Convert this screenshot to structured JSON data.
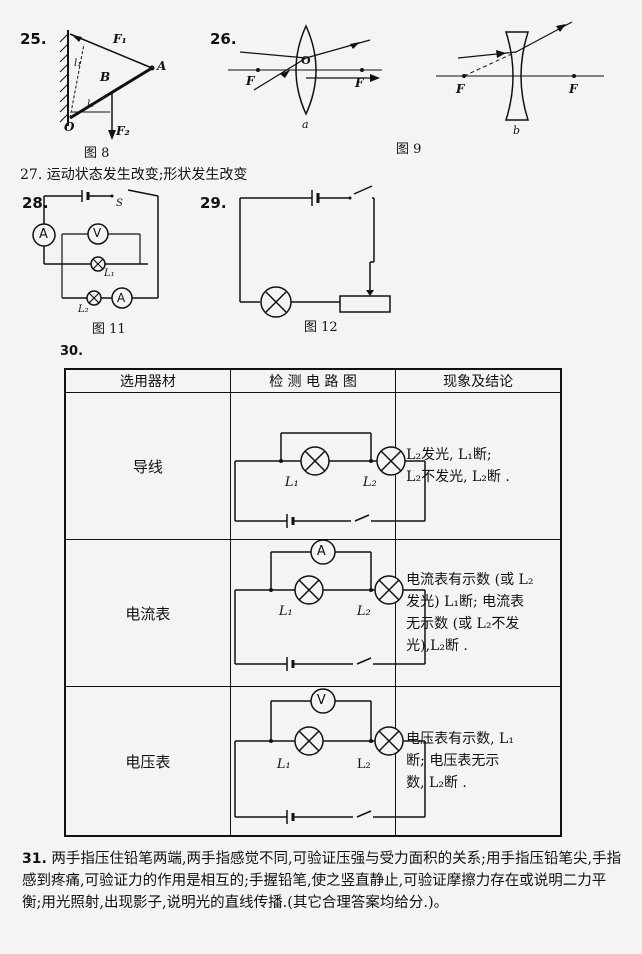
{
  "q25": {
    "number": "25.",
    "caption": "图 8",
    "labels": {
      "f1": "F₁",
      "f2": "F₂",
      "a": "A",
      "b": "B",
      "o": "O",
      "l1": "l₁",
      "l2": "l₂"
    }
  },
  "q26": {
    "number": "26.",
    "caption": "图 9",
    "labels": {
      "f_left_a": "F",
      "f_right_a": "F",
      "o": "O",
      "a": "a",
      "f_left_b": "F",
      "f_right_b": "F",
      "b": "b"
    }
  },
  "q27": {
    "text": "27. 运动状态发生改变;形状发生改变"
  },
  "q28": {
    "number": "28.",
    "caption": "图 11",
    "labels": {
      "ammeter": "A",
      "voltmeter": "V",
      "switch": "S",
      "l1": "L₁",
      "l2": "L₂"
    }
  },
  "q29": {
    "number": "29.",
    "caption": "图 12"
  },
  "q30": {
    "number": "30.",
    "headers": [
      "选用器材",
      "检 测 电 路 图",
      "现象及结论"
    ],
    "rows": [
      {
        "material": "导线",
        "meter": "",
        "l1": "L₁",
        "l2": "L₂",
        "conclusion": [
          "L₂发光, L₁断;",
          "L₂不发光, L₂断 ."
        ]
      },
      {
        "material": "电流表",
        "meter": "A",
        "l1": "L₁",
        "l2": "L₂",
        "conclusion": [
          "电流表有示数 (或 L₂",
          "发光) L₁断; 电流表",
          "无示数 (或 L₂不发",
          "光),L₂断 ."
        ]
      },
      {
        "material": "电压表",
        "meter": "V",
        "l1": "L₁",
        "l2": "L₂",
        "conclusion": [
          "电压表有示数, L₁",
          "断; 电压表无示",
          "数, L₂断 ."
        ]
      }
    ]
  },
  "q31": {
    "number": "31.",
    "text": "两手指压住铅笔两端,两手指感觉不同,可验证压强与受力面积的关系;用手指压铅笔尖,手指感到疼痛,可验证力的作用是相互的;手握铅笔,使之竖直静止,可验证摩擦力存在或说明二力平衡;用光照射,出现影子,说明光的直线传播.(其它合理答案均给分.)。"
  }
}
